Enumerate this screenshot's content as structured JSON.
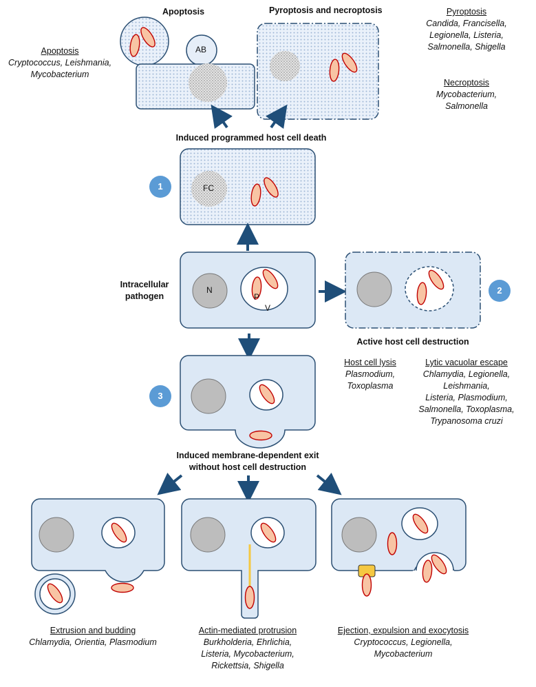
{
  "colors": {
    "cell_fill": "#dce8f5",
    "cell_stroke": "#2b4f73",
    "arrow": "#1f4e79",
    "nucleus": "#bdbdbd",
    "pathogen_fill": "#f8c4a4",
    "pathogen_stroke": "#c00000",
    "badge": "#5b9bd5",
    "exocytosis_pore": "#f5c842",
    "actin": "#f5c842"
  },
  "titles": {
    "apoptosis": "Apoptosis",
    "pyro_necro": "Pyroptosis and necroptosis",
    "induced_death": "Induced programmed host cell death",
    "intracellular": "Intracellular\npathogen",
    "active_destruction": "Active host cell destruction",
    "membrane_exit": "Induced membrane-dependent exit\nwithout host cell destruction"
  },
  "labels": {
    "ab": "AB",
    "fc": "FC",
    "n": "N",
    "p": "P",
    "v": "V"
  },
  "badges": [
    "1",
    "2",
    "3"
  ],
  "lists": {
    "apoptosis": {
      "heading": "Apoptosis",
      "items": [
        "Cryptococcus, Leishmania,",
        "Mycobacterium"
      ]
    },
    "pyroptosis": {
      "heading": "Pyroptosis",
      "items": [
        "Candida, Francisella,",
        "Legionella, Listeria,",
        "Salmonella, Shigella"
      ]
    },
    "necroptosis": {
      "heading": "Necroptosis",
      "items": [
        "Mycobacterium,",
        "Salmonella"
      ]
    },
    "host_lysis": {
      "heading": "Host cell lysis",
      "items": [
        "Plasmodium,",
        "Toxoplasma"
      ]
    },
    "vacuolar_escape": {
      "heading": "Lytic vacuolar escape",
      "items": [
        "Chlamydia, Legionella,",
        "Leishmania,",
        "Listeria, Plasmodium,",
        "Salmonella, Toxoplasma,",
        "Trypanosoma cruzi"
      ]
    },
    "extrusion": {
      "heading": "Extrusion and budding",
      "items": [
        "Chlamydia, Orientia, Plasmodium"
      ]
    },
    "actin": {
      "heading": "Actin-mediated protrusion",
      "items": [
        "Burkholderia, Ehrlichia,",
        "Listeria, Mycobacterium,",
        "Rickettsia, Shigella"
      ]
    },
    "ejection": {
      "heading": "Ejection, expulsion and exocytosis",
      "items": [
        "Cryptococcus, Legionella,",
        "Mycobacterium"
      ]
    }
  }
}
